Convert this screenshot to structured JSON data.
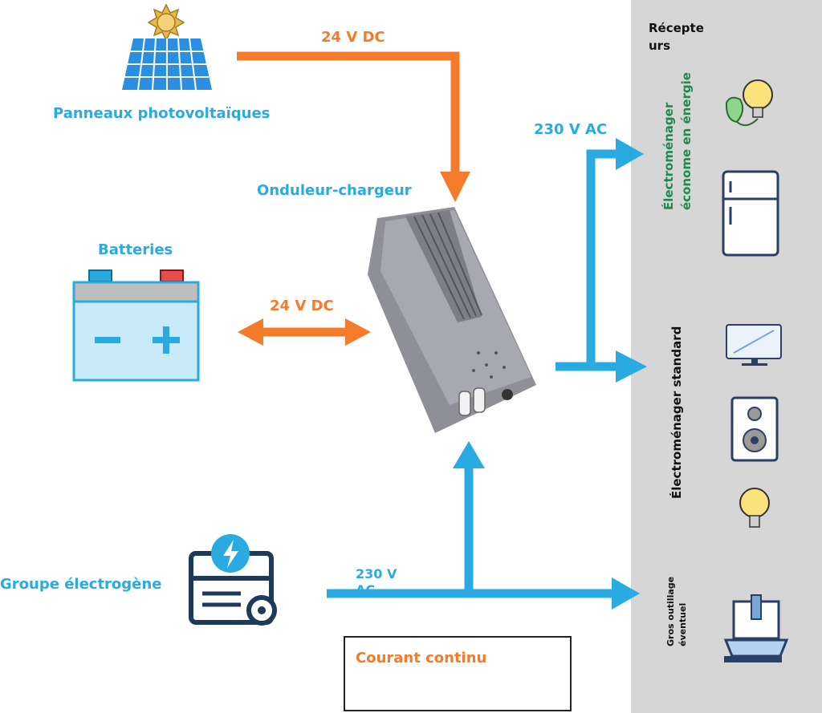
{
  "labels": {
    "panels": "Panneaux photovoltaïques",
    "dc_top": "24 V DC",
    "inverter": "Onduleur-chargeur",
    "batteries": "Batteries",
    "dc_mid": "24 V DC",
    "ac_top": "230 V AC",
    "generator": "Groupe électrogène",
    "ac_bottom_line1": "230 V",
    "ac_bottom_line2": "AC"
  },
  "panel": {
    "title_line1": "Récepte",
    "title_line2": "urs",
    "eco": "Électroménager",
    "eco2": "économe en énergie",
    "standard": "Électroménager standard",
    "tools1": "Gros outillage",
    "tools2": "éventuel"
  },
  "legend": {
    "dc_label": "Courant continu"
  },
  "colors": {
    "orange": "#f47b2a",
    "blue": "#29abe2",
    "eco_green": "#1e8a4f",
    "panel_bg": "#d6d6d6"
  }
}
